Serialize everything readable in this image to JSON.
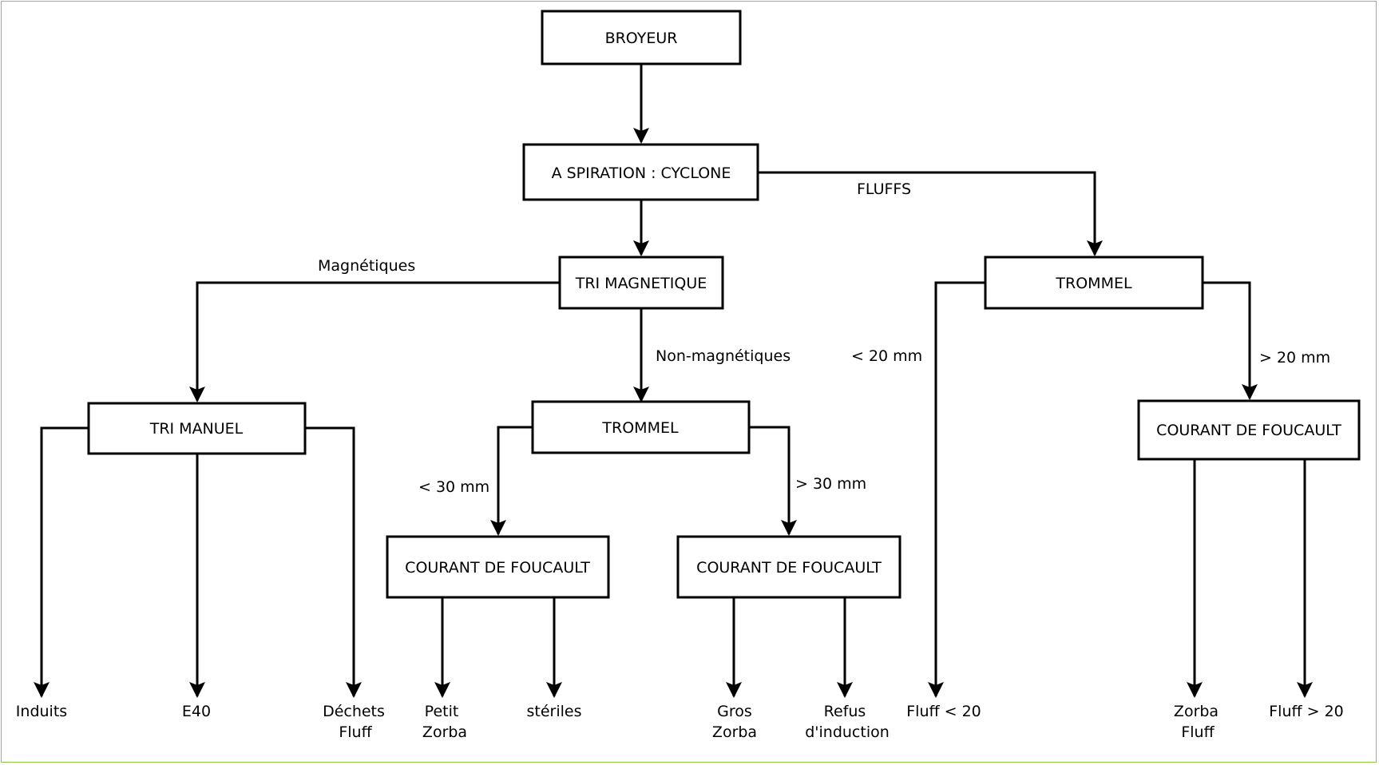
{
  "nodes": {
    "broyeur": "BROYEUR",
    "aspiration": "A SPIRATION : CYCLONE",
    "tri_magnetique": "TRI MAGNETIQUE",
    "trommel_right": "TROMMEL",
    "tri_manuel": "TRI MANUEL",
    "trommel_mid": "TROMMEL",
    "courant_right": "COURANT DE FOUCAULT",
    "courant_small": "COURANT DE FOUCAULT",
    "courant_large": "COURANT DE FOUCAULT"
  },
  "edge_labels": {
    "fluffs": "FLUFFS",
    "magnetiques": "Magnétiques",
    "non_magnetiques": "Non-magnétiques",
    "lt20": "< 20 mm",
    "gt20": "> 20 mm",
    "lt30": "< 30 mm",
    "gt30": "> 30 mm"
  },
  "outputs": {
    "induits": "Induits",
    "e40": "E40",
    "dechets_l1": "Déchets",
    "dechets_l2": "Fluff",
    "petit_l1": "Petit",
    "petit_l2": "Zorba",
    "steriles": "stériles",
    "gros_l1": "Gros",
    "gros_l2": "Zorba",
    "refus_l1": "Refus",
    "refus_l2": "d'induction",
    "fluff_lt20": "Fluff < 20",
    "zorba_fluff_l1": "Zorba",
    "zorba_fluff_l2": "Fluff",
    "fluff_gt20": "Fluff > 20"
  },
  "colors": {
    "frame_border": "#8cc63f",
    "stroke": "#000000"
  }
}
